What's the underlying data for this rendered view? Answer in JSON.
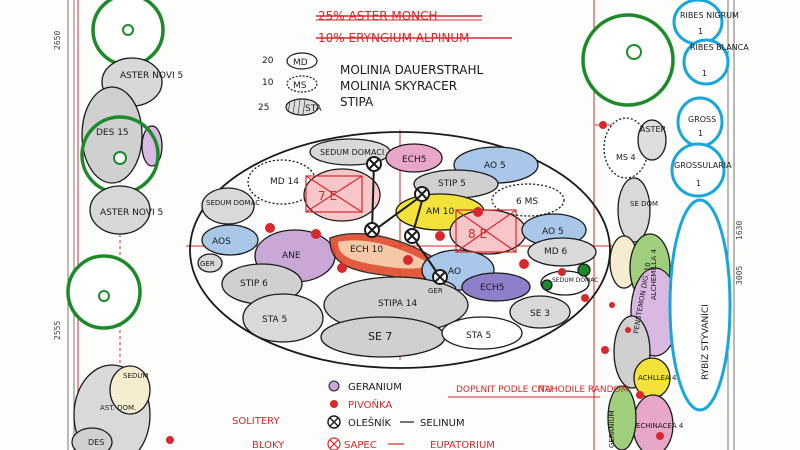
{
  "crossed_out": [
    "25% ASTER MONCH",
    "10% ERYNGIUM ALPINUM"
  ],
  "legend_top": [
    {
      "qty": "20",
      "code": "MD",
      "name": "MOLINIA DAUERSTRAHL"
    },
    {
      "qty": "10",
      "code": "MS",
      "name": "MOLINIA SKYRACER"
    },
    {
      "qty": "25",
      "code": "STA",
      "name": "STIPA"
    }
  ],
  "dimensions": [
    "2650",
    "2555",
    "1630",
    "3005"
  ],
  "left_border": [
    "ASTER NOVI 5",
    "DES 15",
    "ASTER NOVI 5",
    "SEDUM",
    "AST. DOM.",
    "DES"
  ],
  "right_border": [
    "RIBES NIGRUM",
    "RIBES BLANCA",
    "1",
    "1",
    "GROSS",
    "1",
    "GROSSULARIA",
    "1",
    "RYBÍZ STÝVANÍCI",
    "ASTER",
    "MS 4",
    "SE DOM",
    "ALCHEMILLA 4",
    "PENSTEMON DIG. 10",
    "ACHLLEA 4",
    "ECHINACEA 4",
    "GERANIUM"
  ],
  "bed": [
    {
      "label": "SEDUM DOMACI"
    },
    {
      "label": "ECH5"
    },
    {
      "label": "AO 5"
    },
    {
      "label": "MD 14"
    },
    {
      "label": "7 E"
    },
    {
      "label": "STIP 5"
    },
    {
      "label": "6 MS"
    },
    {
      "label": "SEDUM DOMAC"
    },
    {
      "label": "AM 10"
    },
    {
      "label": "8 E"
    },
    {
      "label": "AO 5"
    },
    {
      "label": "AOS"
    },
    {
      "label": "ANE"
    },
    {
      "label": "ECH 10"
    },
    {
      "label": "MD 6"
    },
    {
      "label": "GER"
    },
    {
      "label": "STIP 6"
    },
    {
      "label": "AO"
    },
    {
      "label": "ECH5"
    },
    {
      "label": "SEDUM DOMAC"
    },
    {
      "label": "GER"
    },
    {
      "label": "STIPA 14"
    },
    {
      "label": "STA 5"
    },
    {
      "label": "SE 3"
    },
    {
      "label": "SE 7"
    },
    {
      "label": "STA 5"
    }
  ],
  "legend_bottom": {
    "geranium": "GERANIUM",
    "pivonka": "PIVOŇKA",
    "olesnik": "OLEŠNÍK",
    "selinum": "SELINUM",
    "doplnit": "DOPLNIT PODLE CITU",
    "nahodile": "NAHODILE RANDOM",
    "solitery": "SOLITERY",
    "bloky": "BLOKY",
    "sapec": "SAPEC",
    "eupatorium": "EUPATORIUM"
  },
  "colors": {
    "ink": "#1a1a1a",
    "red": "#d8282c",
    "tree_green": "#1d8a2a",
    "blue": "#17a7dc",
    "pink": "#e8a6c8",
    "mauve": "#c9a7d6",
    "violet": "#8f7ec9",
    "blue_fill": "#a9c7e8",
    "yellow": "#f3e23a",
    "orange_red": "#e14a2a",
    "green_fill": "#9fcf7c",
    "peach": "#f5c9a8",
    "grey_fill": "#c9c9c9"
  }
}
